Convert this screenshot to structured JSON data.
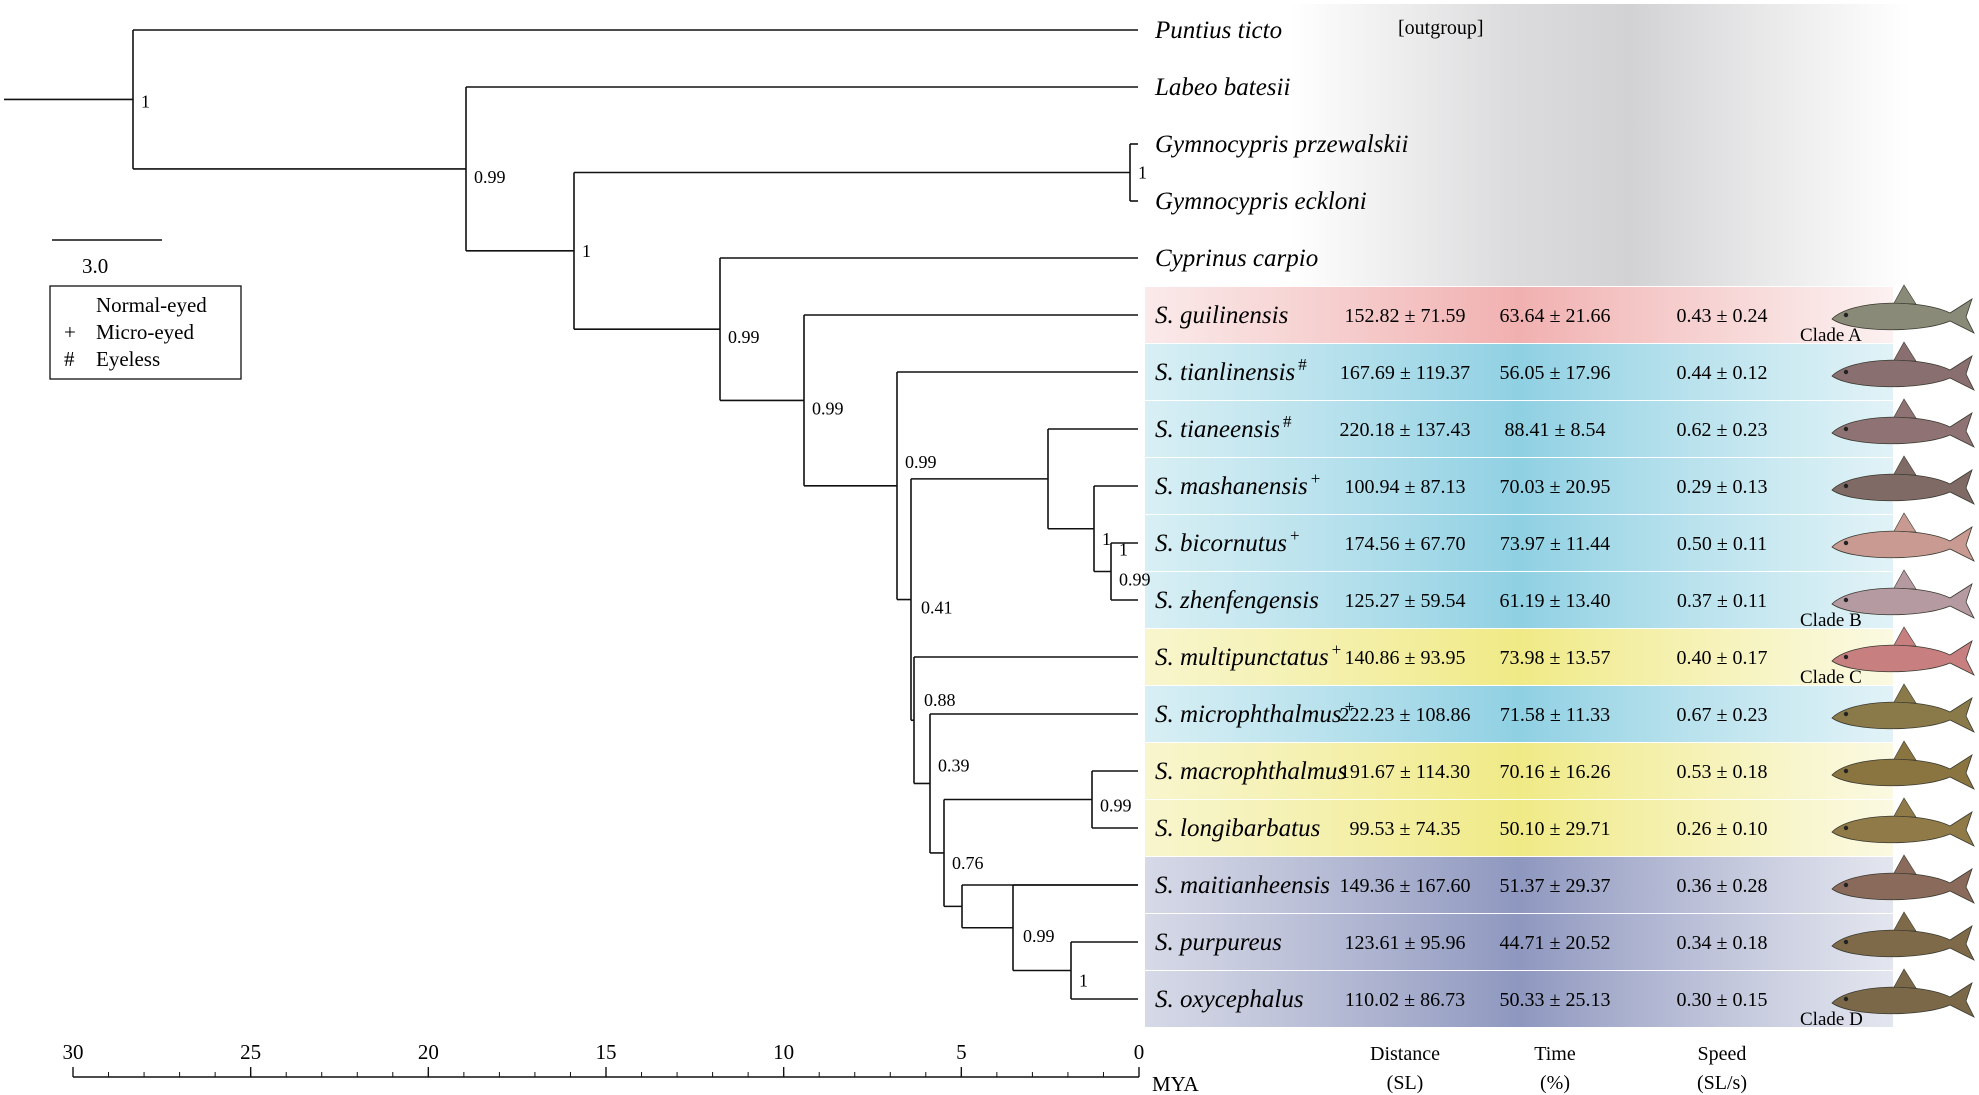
{
  "colors": {
    "outgroup_band": "#d6d6d8",
    "clade_a": "#f1b8b8",
    "eyeless_micro": "#a8dbe8",
    "yellow": "#f1ec9c",
    "purple": "#a4abc9",
    "branch": "#111111"
  },
  "scale_bar": {
    "label": "3.0",
    "value": 3.0
  },
  "legend": {
    "items": [
      {
        "symbol": "",
        "label": "Normal-eyed"
      },
      {
        "symbol": "+",
        "label": "Micro-eyed"
      },
      {
        "symbol": "#",
        "label": "Eyeless"
      }
    ]
  },
  "outgroup_note": "[outgroup]",
  "taxa": [
    {
      "name": "Puntius ticto",
      "mark": "",
      "band": "outgroup",
      "distance": "",
      "time": "",
      "speed": ""
    },
    {
      "name": "Labeo batesii",
      "mark": "",
      "band": "outgroup",
      "distance": "",
      "time": "",
      "speed": ""
    },
    {
      "name": "Gymnocypris przewalskii",
      "mark": "",
      "band": "outgroup",
      "distance": "",
      "time": "",
      "speed": ""
    },
    {
      "name": "Gymnocypris eckloni",
      "mark": "",
      "band": "outgroup",
      "distance": "",
      "time": "",
      "speed": ""
    },
    {
      "name": "Cyprinus carpio",
      "mark": "",
      "band": "outgroup",
      "distance": "",
      "time": "",
      "speed": ""
    },
    {
      "name": "S. guilinensis",
      "mark": "",
      "band": "clade_a",
      "distance": "152.82 ± 71.59",
      "time": "63.64 ± 21.66",
      "speed": "0.43 ± 0.24"
    },
    {
      "name": "S. tianlinensis",
      "mark": "#",
      "band": "eyeless_micro",
      "distance": "167.69 ± 119.37",
      "time": "56.05 ± 17.96",
      "speed": "0.44 ± 0.12"
    },
    {
      "name": "S. tianeensis",
      "mark": "#",
      "band": "eyeless_micro",
      "distance": "220.18 ± 137.43",
      "time": "88.41 ± 8.54",
      "speed": "0.62 ± 0.23"
    },
    {
      "name": "S. mashanensis",
      "mark": "+",
      "band": "eyeless_micro",
      "distance": "100.94 ± 87.13",
      "time": "70.03 ± 20.95",
      "speed": "0.29 ± 0.13"
    },
    {
      "name": "S. bicornutus",
      "mark": "+",
      "band": "eyeless_micro",
      "distance": "174.56 ± 67.70",
      "time": "73.97 ± 11.44",
      "speed": "0.50 ± 0.11"
    },
    {
      "name": "S. zhenfengensis",
      "mark": "",
      "band": "eyeless_micro",
      "distance": "125.27 ± 59.54",
      "time": "61.19 ± 13.40",
      "speed": "0.37 ± 0.11"
    },
    {
      "name": "S. multipunctatus",
      "mark": "+",
      "band": "yellow",
      "distance": "140.86 ± 93.95",
      "time": "73.98 ± 13.57",
      "speed": "0.40 ± 0.17"
    },
    {
      "name": "S. microphthalmus",
      "mark": "+",
      "band": "eyeless_micro",
      "distance": "222.23 ± 108.86",
      "time": "71.58 ± 11.33",
      "speed": "0.67 ± 0.23"
    },
    {
      "name": "S. macrophthalmus",
      "mark": "",
      "band": "yellow",
      "distance": "191.67 ± 114.30",
      "time": "70.16 ± 16.26",
      "speed": "0.53 ± 0.18"
    },
    {
      "name": "S. longibarbatus",
      "mark": "",
      "band": "yellow",
      "distance": "99.53 ± 74.35",
      "time": "50.10 ± 29.71",
      "speed": "0.26 ± 0.10"
    },
    {
      "name": "S. maitianheensis",
      "mark": "",
      "band": "purple",
      "distance": "149.36 ± 167.60",
      "time": "51.37 ± 29.37",
      "speed": "0.36 ± 0.28"
    },
    {
      "name": "S. purpureus",
      "mark": "",
      "band": "purple",
      "distance": "123.61 ± 95.96",
      "time": "44.71 ± 20.52",
      "speed": "0.34 ± 0.18"
    },
    {
      "name": "S. oxycephalus",
      "mark": "",
      "band": "purple",
      "distance": "110.02 ± 86.73",
      "time": "50.33 ± 25.13",
      "speed": "0.30 ± 0.15"
    }
  ],
  "node_supports": [
    "1",
    "0.99",
    "1",
    "1",
    "0.99",
    "0.99",
    "0.99",
    "1",
    "1",
    "0.99",
    "0.41",
    "0.88",
    "0.39",
    "0.99",
    "0.76",
    "0.99",
    "1"
  ],
  "clade_labels": [
    "Clade A",
    "Clade B",
    "Clade C",
    "Clade D"
  ],
  "fish_icons": [
    "fish-guilinensis",
    "fish-tianlinensis",
    "fish-tianeensis",
    "fish-mashanensis",
    "fish-bicornutus",
    "fish-zhenfengensis",
    "fish-multipunctatus",
    "fish-microphthalmus",
    "fish-macrophthalmus",
    "fish-longibarbatus",
    "fish-maitianheensis",
    "fish-purpureus",
    "fish-oxycephalus"
  ],
  "time_axis": {
    "ticks": [
      "30",
      "25",
      "20",
      "15",
      "10",
      "5",
      "0"
    ],
    "unit": "MYA"
  },
  "column_headers": [
    {
      "line1": "Distance",
      "line2": "(SL)"
    },
    {
      "line1": "Time",
      "line2": "(%)"
    },
    {
      "line1": "Speed",
      "line2": "(SL/s)"
    }
  ]
}
